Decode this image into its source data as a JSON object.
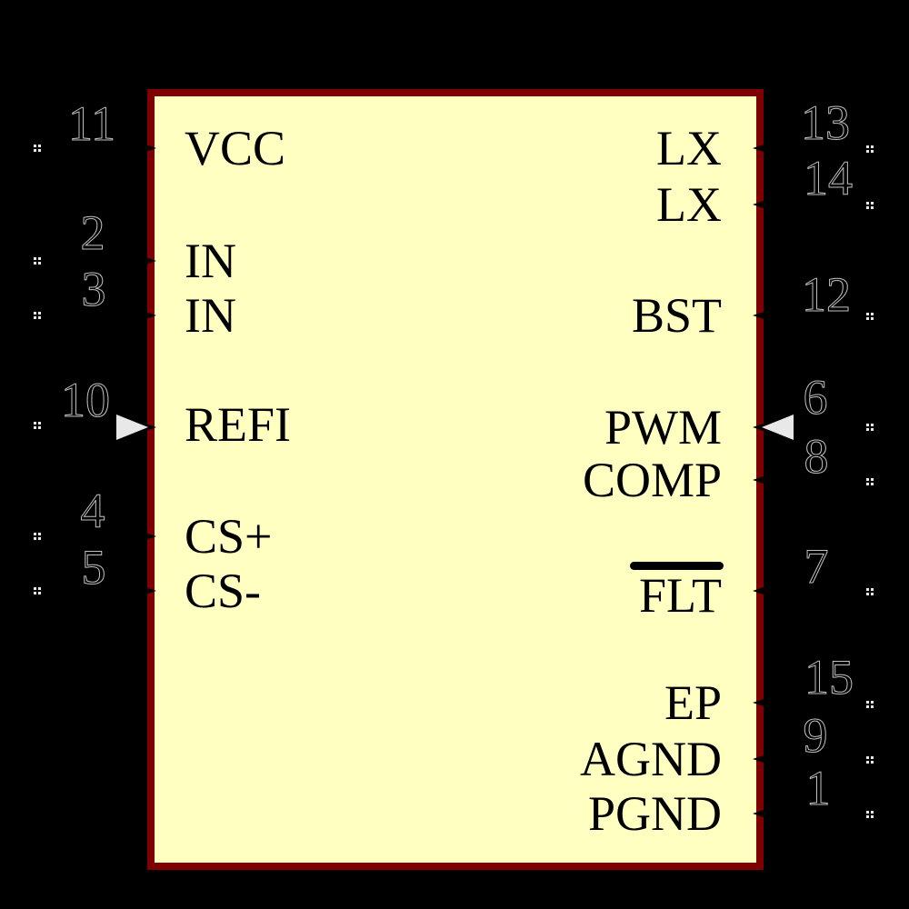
{
  "diagram": {
    "type": "schematic-symbol",
    "pins": {
      "left": [
        {
          "number": "11",
          "name": "VCC"
        },
        {
          "number": "2",
          "name": "IN"
        },
        {
          "number": "3",
          "name": "IN"
        },
        {
          "number": "10",
          "name": "REFI",
          "has_input_arrow": true
        },
        {
          "number": "4",
          "name": "CS+"
        },
        {
          "number": "5",
          "name": "CS-"
        }
      ],
      "right": [
        {
          "number": "13",
          "name": "LX"
        },
        {
          "number": "14",
          "name": "LX"
        },
        {
          "number": "12",
          "name": "BST"
        },
        {
          "number": "6",
          "name": "PWM",
          "has_input_arrow": true
        },
        {
          "number": "8",
          "name": "COMP"
        },
        {
          "number": "7",
          "name": "FLT",
          "overline": true
        },
        {
          "number": "15",
          "name": "EP"
        },
        {
          "number": "9",
          "name": "AGND"
        },
        {
          "number": "1",
          "name": "PGND"
        }
      ]
    },
    "colors": {
      "background": "#000000",
      "body_fill": "#FFFFC2",
      "body_outline": "#7F0000",
      "pin_name_text": "#000000",
      "pin_number_fill": "#000000",
      "pin_number_outline": "#C0C0C0",
      "pin_end_marker": "#E8E8E8",
      "direction_arrow": "#E8E8E8"
    }
  }
}
